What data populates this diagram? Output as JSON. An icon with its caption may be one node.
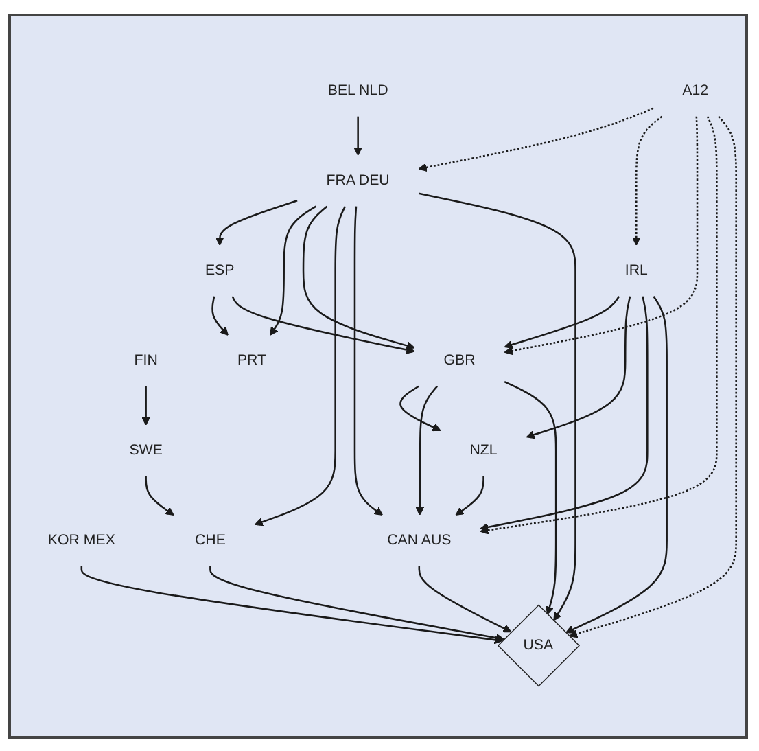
{
  "diagram": {
    "nodes": [
      {
        "text": [
          "A12"
        ]
      },
      {
        "text": [
          "FIN"
        ]
      },
      {
        "text": [
          "BEL NLD"
        ]
      },
      {
        "text": [
          "FRA DEU"
        ]
      },
      {
        "text": [
          "SWE"
        ]
      },
      {
        "text": [
          "IRL"
        ]
      },
      {
        "text": [
          "ESP"
        ]
      },
      {
        "text": [
          "PRT"
        ]
      },
      {
        "text": [
          "GBR"
        ]
      },
      {
        "text": [
          "NZL"
        ]
      },
      {
        "text": [
          "KOR MEX"
        ]
      },
      {
        "text": [
          "CHE"
        ]
      },
      {
        "text": [
          "CAN AUS"
        ]
      },
      {
        "text": [
          "USA"
        ]
      }
    ],
    "edges": [
      {
        "from": 0,
        "to": 3,
        "arrow": "to",
        "style": "dashed"
      },
      {
        "from": 0,
        "to": 5,
        "arrow": "to",
        "style": "dashed"
      },
      {
        "from": 0,
        "to": 8,
        "arrow": "to",
        "style": "dashed"
      },
      {
        "from": 0,
        "to": 12,
        "arrow": "to",
        "style": "dashed"
      },
      {
        "from": 0,
        "to": 13,
        "arrow": "to",
        "style": "dashed"
      },
      {
        "from": 1,
        "to": 4,
        "arrow": "to"
      },
      {
        "from": 2,
        "to": 3,
        "arrow": "to"
      },
      {
        "from": 3,
        "to": 6,
        "arrow": "to"
      },
      {
        "from": 3,
        "to": 7,
        "arrow": "to"
      },
      {
        "from": 3,
        "to": 8,
        "arrow": "to"
      },
      {
        "from": 3,
        "to": 11,
        "arrow": "to"
      },
      {
        "from": 3,
        "to": 12,
        "arrow": "to"
      },
      {
        "from": 3,
        "to": 13,
        "arrow": "to"
      },
      {
        "from": 4,
        "to": 11,
        "arrow": "to"
      },
      {
        "from": 6,
        "to": 7,
        "arrow": "to"
      },
      {
        "from": 6,
        "to": 8,
        "arrow": "to"
      },
      {
        "from": 5,
        "to": 8,
        "arrow": "to"
      },
      {
        "from": 5,
        "to": 9,
        "arrow": "to"
      },
      {
        "from": 5,
        "to": 12,
        "arrow": "to"
      },
      {
        "from": 5,
        "to": 13,
        "arrow": "to"
      },
      {
        "from": 8,
        "to": 9,
        "arrow": "to"
      },
      {
        "from": 8,
        "to": 12,
        "arrow": "to"
      },
      {
        "from": 8,
        "to": 13,
        "arrow": "to"
      },
      {
        "from": 9,
        "to": 12,
        "arrow": "to"
      },
      {
        "from": 10,
        "to": 13,
        "arrow": "to"
      },
      {
        "from": 11,
        "to": 13,
        "arrow": "to"
      },
      {
        "from": 12,
        "to": 13,
        "arrow": "to"
      }
    ]
  }
}
